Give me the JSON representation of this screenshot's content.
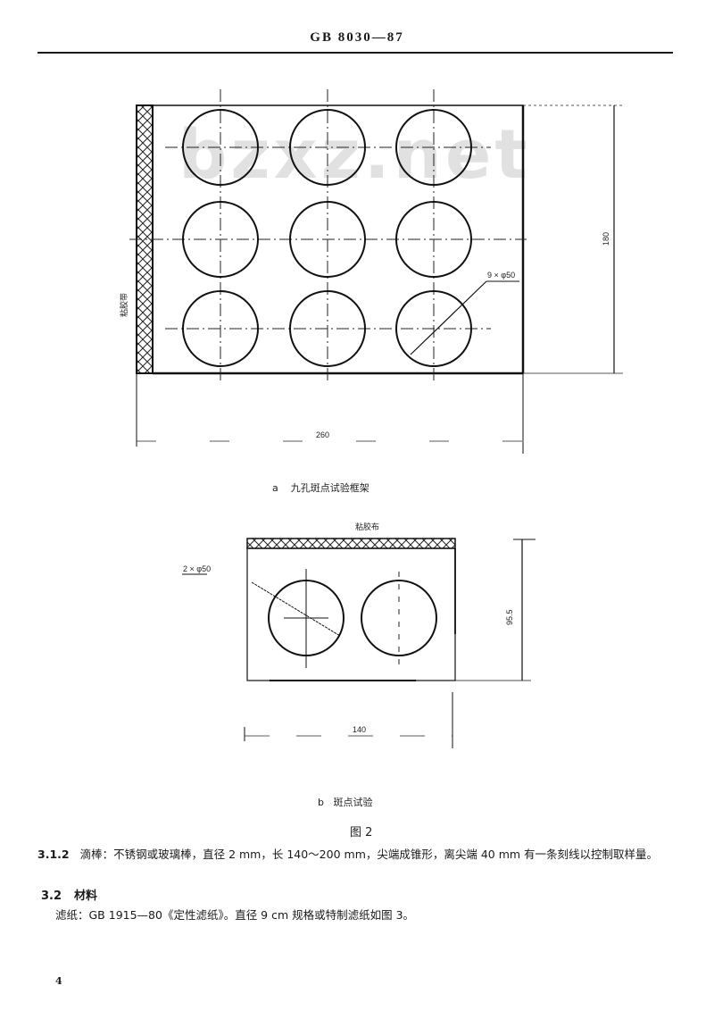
{
  "header": {
    "standard_code": "GB 8030—87"
  },
  "watermark": "bzxz.net",
  "figure_a": {
    "label_prefix": "a",
    "caption": "九孔斑点试验框架",
    "side_label": "粘胶带",
    "hole_note": "9 × φ50",
    "height_dim": "180",
    "width_dim": "260",
    "rows": 3,
    "cols": 3
  },
  "figure_b": {
    "label_prefix": "b",
    "caption": "斑点试验",
    "top_label": "粘胶布",
    "hole_note": "2 × φ50",
    "height_dim": "95.5",
    "width_dim": "140",
    "holes": 2
  },
  "figure_title": "图 2",
  "sections": [
    {
      "number": "3.1.2",
      "text": "滴棒：不锈钢或玻璃棒，直径 2 mm，长 140～200 mm，尖端成锥形，离尖端 40 mm 有一条刻线以控制取样量。"
    },
    {
      "number": "3.2",
      "heading": "材料",
      "text": "滤纸：GB 1915—80《定性滤纸》。直径 9 cm 规格或特制滤纸如图 3。"
    }
  ],
  "page_number": "4"
}
